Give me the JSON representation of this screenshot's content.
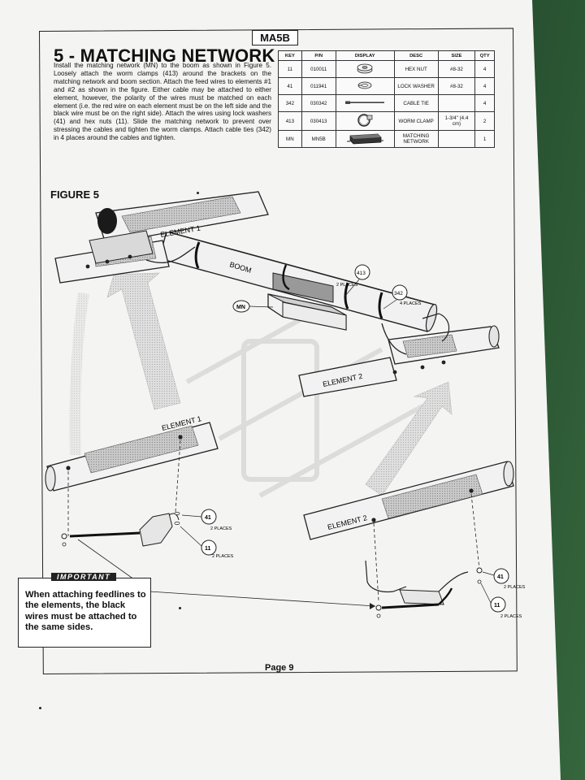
{
  "header": {
    "model": "MA5B"
  },
  "section": {
    "title": "5 - MATCHING NETWORK",
    "instructions": "Install the matching network (MN) to the boom as shown in Figure 5. Loosely attach the worm clamps (413) around the brackets on the matching network and boom section. Attach the feed wires to elements #1 and #2 as shown in the figure. Either cable may be attached to either element, however, the polarity of the wires must be matched on each element (i.e. the red wire on each element must be on the left side and the black wire must be on the right side). Attach the wires using lock washers (41) and hex nuts (11). Slide the matching network to prevent over stressing the cables and tighten the worm clamps. Attach cable ties (342) in 4 places around the cables and tighten."
  },
  "parts_table": {
    "headers": [
      "KEY",
      "P/N",
      "DISPLAY",
      "DESC",
      "SIZE",
      "QTY"
    ],
    "rows": [
      {
        "key": "11",
        "pn": "010011",
        "icon": "hex-nut",
        "desc": "HEX NUT",
        "size": "#8-32",
        "qty": "4"
      },
      {
        "key": "41",
        "pn": "011941",
        "icon": "lock-washer",
        "desc": "LOCK WASHER",
        "size": "#8-32",
        "qty": "4"
      },
      {
        "key": "342",
        "pn": "030342",
        "icon": "cable-tie",
        "desc": "CABLE TIE",
        "size": "",
        "qty": "4"
      },
      {
        "key": "413",
        "pn": "030413",
        "icon": "worm-clamp",
        "desc": "WORM CLAMP",
        "size": "1-3/4\" (4.4 cm)",
        "qty": "2"
      },
      {
        "key": "MN",
        "pn": "MN5B",
        "icon": "matching-network",
        "desc": "MATCHING NETWORK",
        "size": "",
        "qty": "1"
      }
    ]
  },
  "figure": {
    "label": "FIGURE 5",
    "labels": {
      "element1_top": "ELEMENT 1",
      "boom": "BOOM",
      "mn": "MN",
      "c413": "413",
      "c413_places": "2 PLACES",
      "c342": "342",
      "c342_places": "4 PLACES",
      "element2_top": "ELEMENT 2",
      "element1_detail": "ELEMENT 1",
      "element2_detail": "ELEMENT 2",
      "c41_left": "41",
      "c41_left_places": "2 PLACES",
      "c11_left": "11",
      "c11_left_places": "2 PLACES",
      "c41_right": "41",
      "c41_right_places": "2 PLACES",
      "c11_right": "11",
      "c11_right_places": "2 PLACES"
    }
  },
  "important": {
    "tag": "IMPORTANT",
    "text": "When attaching feedlines to the elements, the black wires must be attached to the same sides."
  },
  "footer": {
    "page": "Page 9"
  },
  "colors": {
    "paper": "#f4f4f2",
    "ink": "#111111",
    "background": "#1f3a22"
  }
}
